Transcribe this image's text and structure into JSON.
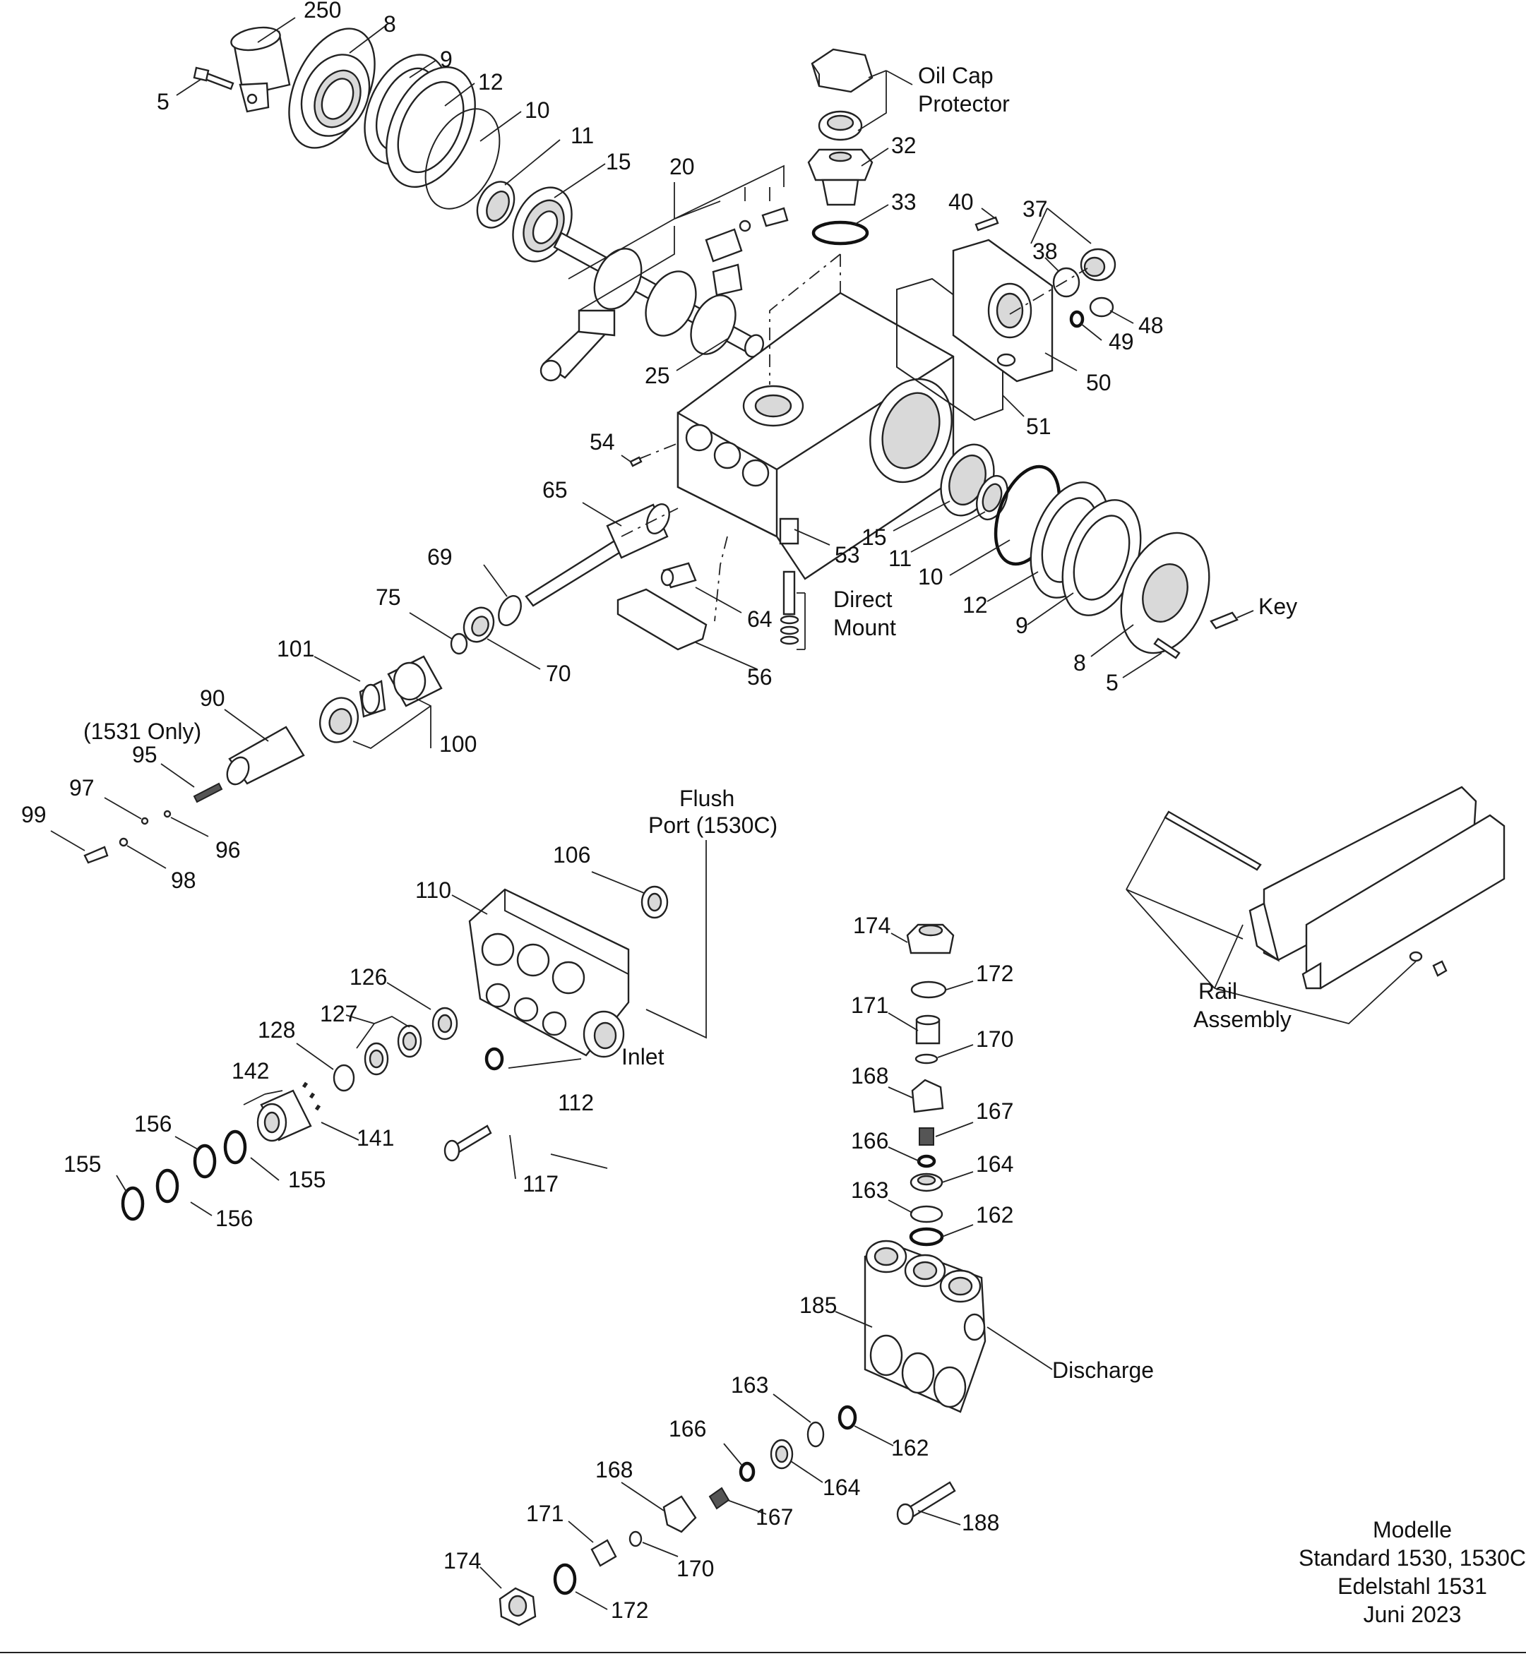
{
  "callouts": {
    "c250": "250",
    "c8a": "8",
    "c5a": "5",
    "c9a": "9",
    "c12a": "12",
    "c10a": "10",
    "c11a": "11",
    "c15a": "15",
    "c20": "20",
    "c25": "25",
    "oilcap": "Oil Cap\nProtector",
    "c32": "32",
    "c33": "33",
    "c40": "40",
    "c37": "37",
    "c38": "38",
    "c48": "48",
    "c49": "49",
    "c50": "50",
    "c51": "51",
    "c54": "54",
    "c65": "65",
    "c53": "53",
    "c15b": "15",
    "c11b": "11",
    "c10b": "10",
    "c12b": "12",
    "c9b": "9",
    "c8b": "8",
    "c5b": "5",
    "key": "Key",
    "direct": "Direct\nMount",
    "c64": "64",
    "c56": "56",
    "c69": "69",
    "c75": "75",
    "c70": "70",
    "c101": "101",
    "c90": "90",
    "c100": "100",
    "only1531": "(1531 Only)",
    "c95": "95",
    "c97": "97",
    "c99": "99",
    "c96": "96",
    "c98": "98",
    "flush": "Flush\nPort (1530C)",
    "c106": "106",
    "c110": "110",
    "c126": "126",
    "c127": "127",
    "c128": "128",
    "inlet": "Inlet",
    "c112": "112",
    "c142": "142",
    "c141": "141",
    "c156a": "156",
    "c155a": "155",
    "c155b": "155",
    "c156b": "156",
    "c117": "117",
    "c174a": "174",
    "c172a": "172",
    "c171a": "171",
    "c170a": "170",
    "c168a": "168",
    "c167a": "167",
    "c166a": "166",
    "c164a": "164",
    "c163a": "163",
    "c162a": "162",
    "c185": "185",
    "discharge": "Discharge",
    "c163b": "163",
    "c162b": "162",
    "c166b": "166",
    "c164b": "164",
    "c168b": "168",
    "c167b": "167",
    "c188": "188",
    "c171b": "171",
    "c170b": "170",
    "c174b": "174",
    "c172b": "172",
    "rail": "Rail\nAssembly"
  },
  "title_block": {
    "line1": "Modelle",
    "line2": "Standard 1530, 1530C",
    "line3": "Edelstahl 1531",
    "line4": "Juni 2023"
  }
}
